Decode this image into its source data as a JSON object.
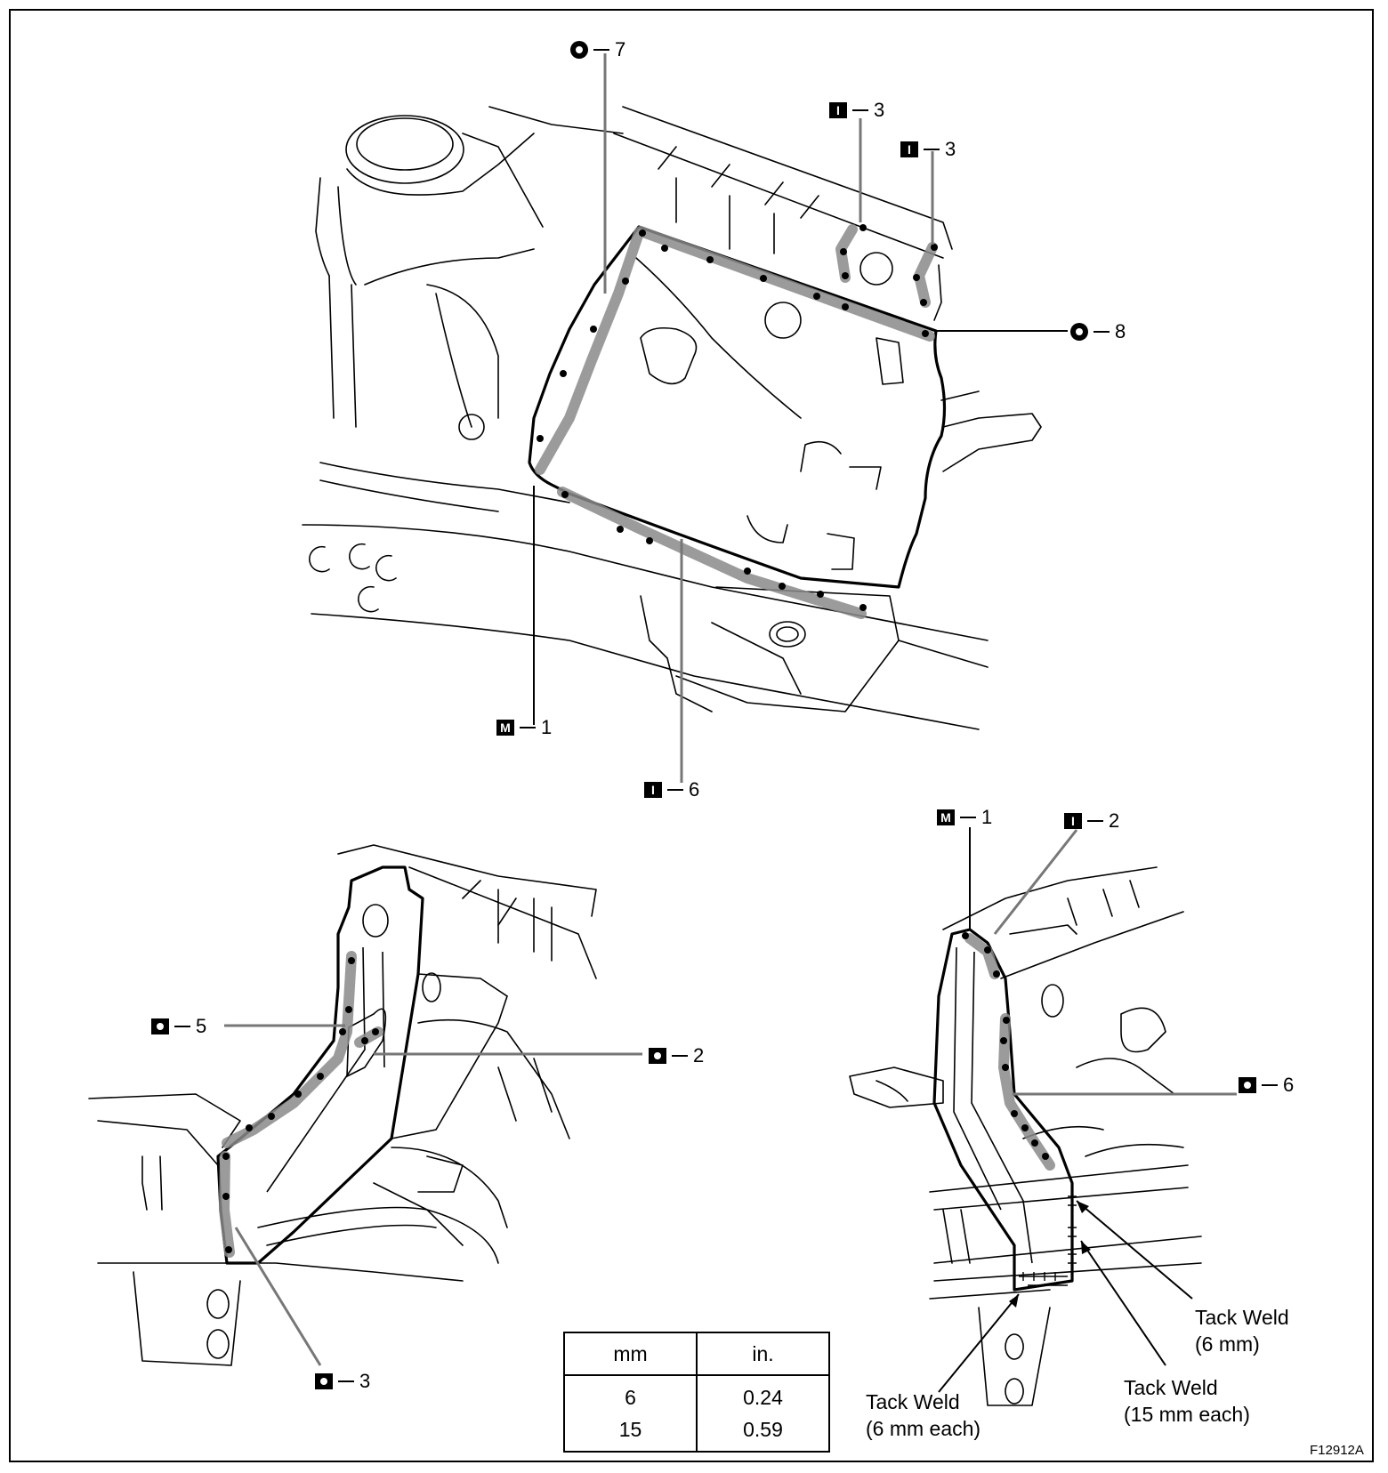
{
  "callouts": {
    "o7": {
      "symbol": "circle-dot",
      "number": "7"
    },
    "i3a": {
      "symbol": "I",
      "number": "3"
    },
    "i3b": {
      "symbol": "I",
      "number": "3"
    },
    "o8": {
      "symbol": "circle-dot",
      "number": "8"
    },
    "m1a": {
      "symbol": "M",
      "number": "1"
    },
    "i6": {
      "symbol": "I",
      "number": "6"
    },
    "m1b": {
      "symbol": "M",
      "number": "1"
    },
    "i2": {
      "symbol": "I",
      "number": "2"
    },
    "o5": {
      "symbol": "square-dot",
      "number": "5"
    },
    "o2": {
      "symbol": "square-dot",
      "number": "2"
    },
    "o6": {
      "symbol": "square-dot",
      "number": "6"
    },
    "o3": {
      "symbol": "square-dot",
      "number": "3"
    }
  },
  "symbols": {
    "I": "I",
    "M": "M"
  },
  "notes": {
    "tack_6": {
      "line1": "Tack Weld",
      "line2": "(6 mm)"
    },
    "tack_15": {
      "line1": "Tack Weld",
      "line2": "(15 mm each)"
    },
    "tack_6e": {
      "line1": "Tack Weld",
      "line2": "(6 mm each)"
    }
  },
  "units_table": {
    "headers": [
      "mm",
      "in."
    ],
    "rows": [
      [
        "6",
        "0.24"
      ],
      [
        "15",
        "0.59"
      ]
    ]
  },
  "figure_id": "F12912A",
  "colors": {
    "weld_band": "#8a8a8a",
    "line": "#000000"
  }
}
